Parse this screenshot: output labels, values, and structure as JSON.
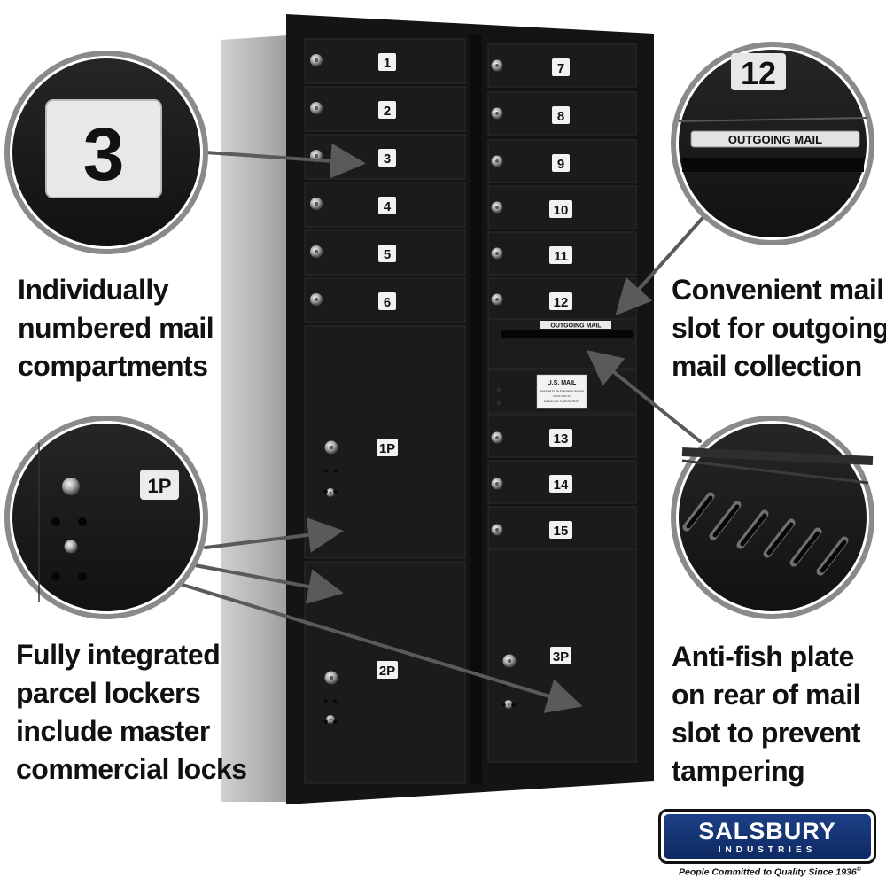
{
  "small_doors": [
    {
      "label": "1"
    },
    {
      "label": "2"
    },
    {
      "label": "3"
    },
    {
      "label": "4"
    },
    {
      "label": "5"
    },
    {
      "label": "6"
    },
    {
      "label": "7"
    },
    {
      "label": "8"
    },
    {
      "label": "9"
    },
    {
      "label": "10"
    },
    {
      "label": "11"
    },
    {
      "label": "12"
    },
    {
      "label": "13"
    },
    {
      "label": "14"
    },
    {
      "label": "15"
    }
  ],
  "parcel_lockers": [
    {
      "label": "1P"
    },
    {
      "label": "2P"
    },
    {
      "label": "3P"
    }
  ],
  "slot_label": "OUTGOING MAIL",
  "usmail_plate": {
    "heading": "U.S. MAIL",
    "fine_print": [
      "Approved by the Postmaster General",
      "USPS-STD-4C",
      "salsbury.com  1-800-NO-RUST"
    ]
  },
  "callouts": {
    "compartment_zoom_number": "3",
    "slot_zoom_number": "12",
    "slot_zoom_label": "OUTGOING MAIL",
    "parcel_zoom_label": "1P",
    "compartments_text": [
      "Individually",
      "numbered mail",
      "compartments"
    ],
    "outgoing_text": [
      "Convenient mail",
      "slot for outgoing",
      "mail collection"
    ],
    "parcel_text": [
      "Fully integrated",
      "parcel lockers",
      "include master",
      "commercial locks"
    ],
    "antifish_text": [
      "Anti-fish plate",
      "on rear of mail",
      "slot to prevent",
      "tampering"
    ]
  },
  "logo": {
    "brand": "SALSBURY",
    "sub": "INDUSTRIES",
    "tagline": "People Committed to Quality Since 1936",
    "trademark": "®"
  },
  "colors": {
    "cabinet": "#141414",
    "door": "#1b1b1b",
    "label_plate": "#f2f2f2",
    "side_panel": "#bdbdbd",
    "arrow": "#555555",
    "logo_blue": "#1d3f86"
  }
}
